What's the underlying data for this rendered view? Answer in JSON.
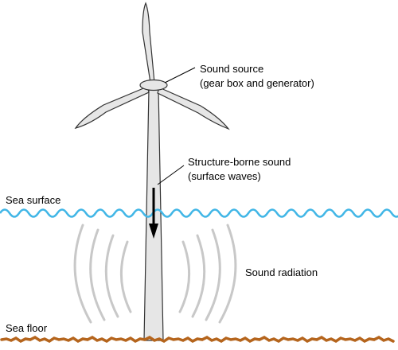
{
  "labels": {
    "sound_source_line1": "Sound source",
    "sound_source_line2": "(gear box and generator)",
    "structure_borne_line1": "Structure-borne sound",
    "structure_borne_line2": "(surface waves)",
    "sea_surface": "Sea surface",
    "sound_radiation": "Sound radiation",
    "sea_floor": "Sea floor"
  },
  "colors": {
    "water_wave": "#41b6e6",
    "sound_arcs": "#c8c8c8",
    "sea_floor": "#b5651d",
    "turbine_fill": "#e6e6e6",
    "turbine_stroke": "#333333",
    "arrow": "#000000"
  }
}
